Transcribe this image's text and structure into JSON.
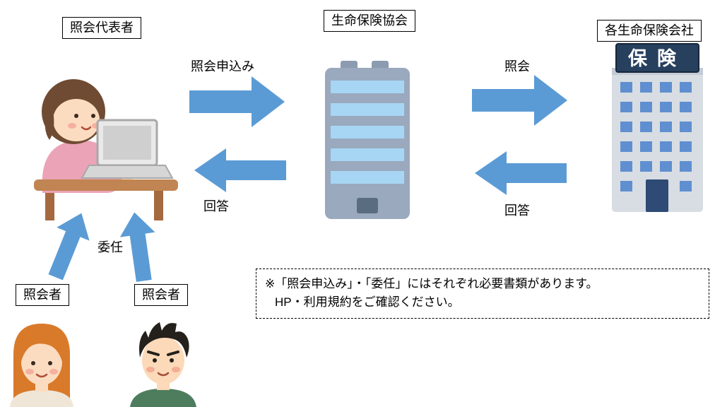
{
  "nodes": {
    "representative": {
      "label": "照会代表者"
    },
    "association": {
      "label": "生命保険協会"
    },
    "insurers": {
      "label": "各生命保険会社"
    },
    "inquirer_left": {
      "label": "照会者"
    },
    "inquirer_right": {
      "label": "照会者"
    }
  },
  "arrows": {
    "application": {
      "label": "照会申込み",
      "direction": "right"
    },
    "reply_left": {
      "label": "回答",
      "direction": "left"
    },
    "inquiry": {
      "label": "照会",
      "direction": "right"
    },
    "reply_right": {
      "label": "回答",
      "direction": "left"
    },
    "delegation": {
      "label": "委任",
      "direction": "up"
    }
  },
  "insurance_building_sign": "保険",
  "note": {
    "line1": "※「照会申込み」・「委任」にはそれぞれ必要書類があります。",
    "line2": "HP・利用規約をご確認ください。"
  },
  "colors": {
    "arrow_blue": "#5B9BD5",
    "sign_navy": "#27405e",
    "box_border": "#000000"
  },
  "icons": [
    "woman-at-laptop-illustration",
    "association-building-illustration",
    "insurance-building-illustration",
    "inquirer-woman-illustration",
    "inquirer-man-illustration"
  ]
}
